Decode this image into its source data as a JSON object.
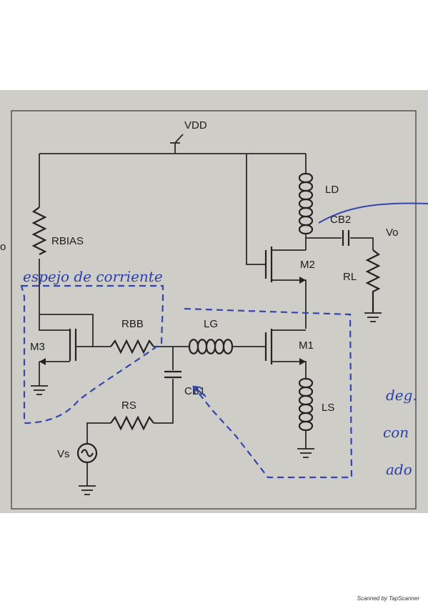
{
  "labels": {
    "vdd": "VDD",
    "ld": "LD",
    "cb2": "CB2",
    "vo": "Vo",
    "rbias": "RBIAS",
    "m2": "M2",
    "rl": "RL",
    "m3": "M3",
    "rbb": "RBB",
    "lg": "LG",
    "m1": "M1",
    "cb1": "CB1",
    "rs": "RS",
    "ls": "LS",
    "vs": "Vs"
  },
  "annotations": {
    "mirror": "espejo de corriente",
    "right_1": "deg.",
    "right_2": "con",
    "right_3": "ado"
  },
  "footer": "Scanned by TapScanner",
  "colors": {
    "sheet": "#cfcdc8",
    "ink": "#2a2a2a",
    "pen": "#3346b0"
  }
}
